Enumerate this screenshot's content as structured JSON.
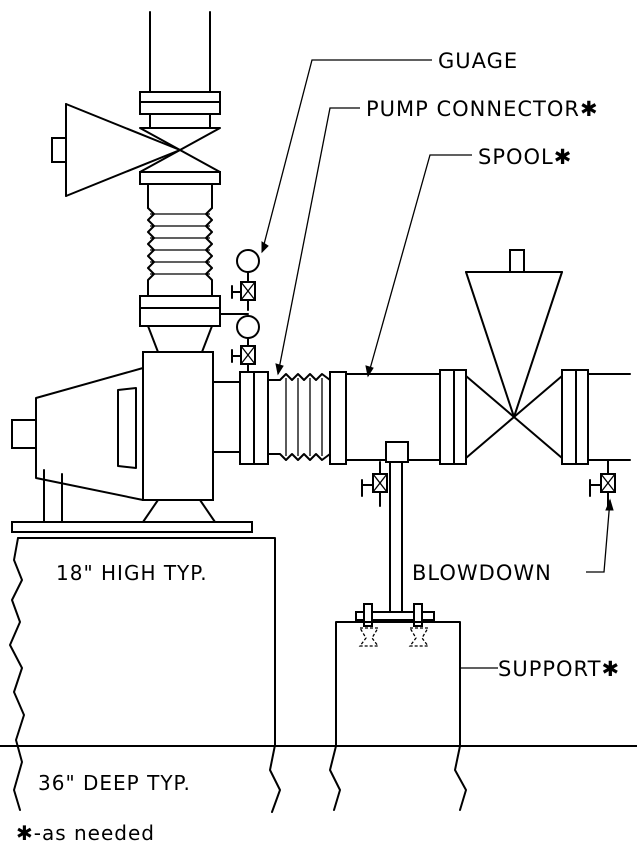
{
  "labels": {
    "guage": "GUAGE",
    "pump_connector": "PUMP CONNECTOR✱",
    "spool": "SPOOL✱",
    "blowdown": "BLOWDOWN",
    "support": "SUPPORT✱",
    "foundation_height": "18\" HIGH TYP.",
    "foundation_depth": "36\" DEEP TYP.",
    "footnote": "✱-as needed"
  }
}
